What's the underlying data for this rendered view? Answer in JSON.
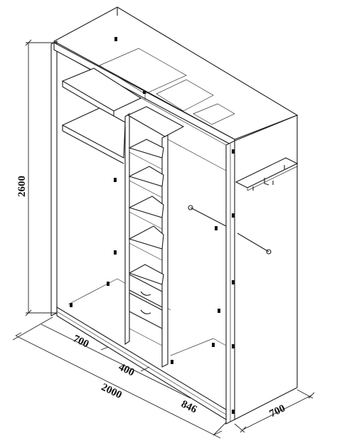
{
  "diagram": {
    "dimensions": {
      "height": "2600",
      "width_total": "2000",
      "depth": "700",
      "left_section": "700",
      "middle_section": "400",
      "right_section": "846"
    },
    "colors": {
      "line": "#1a1a1a",
      "background": "#ffffff"
    }
  }
}
